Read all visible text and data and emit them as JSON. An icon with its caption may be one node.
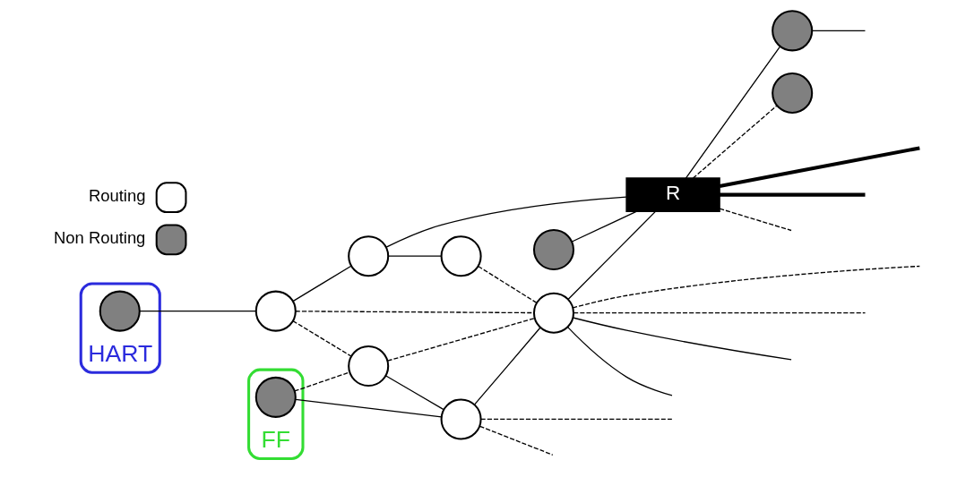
{
  "diagram": {
    "nodes": [
      {
        "text": [
          "HART"
        ]
      },
      {
        "text": [],
        "shape": "circle",
        "in": 0
      },
      {
        "text": [],
        "shape": "circle"
      },
      {
        "text": [],
        "shape": "circle"
      },
      {
        "text": [],
        "shape": "circle"
      },
      {
        "text": [],
        "shape": "circle"
      },
      {
        "text": [
          "R"
        ]
      },
      {
        "text": [
          "FF"
        ]
      },
      {
        "text": [],
        "shape": "circle",
        "in": 7
      },
      {
        "text": [],
        "shape": "circle"
      },
      {
        "text": [],
        "shape": "circle"
      },
      {
        "text": [],
        "shape": "circle"
      },
      {
        "text": [],
        "shape": "circle"
      },
      {
        "text": [],
        "shape": "circle"
      }
    ],
    "edges": [
      {
        "from": 1,
        "to": 2,
        "arrow": "none"
      },
      {
        "from": 2,
        "to": 3,
        "arrow": "none"
      },
      {
        "from": 3,
        "to": 4,
        "arrow": "none"
      },
      {
        "from": 3,
        "to": 6,
        "arrow": "none"
      },
      {
        "from": 5,
        "to": 6,
        "arrow": "none"
      },
      {
        "from": 6,
        "to": null,
        "arrow": "none",
        "style": "thick"
      },
      {
        "from": 6,
        "to": null,
        "arrow": "none",
        "style": "thick"
      },
      {
        "from": 8,
        "to": 9,
        "arrow": "none",
        "style": "dashed"
      },
      {
        "from": 8,
        "to": 10,
        "arrow": "none"
      },
      {
        "from": 9,
        "to": 10,
        "arrow": "none"
      },
      {
        "from": 2,
        "to": 9,
        "arrow": "none",
        "style": "dashed"
      },
      {
        "from": 2,
        "to": 11,
        "arrow": "none",
        "style": "dashed"
      },
      {
        "from": 4,
        "to": 11,
        "arrow": "none",
        "style": "dashed"
      },
      {
        "from": 9,
        "to": 11,
        "arrow": "none",
        "style": "dashed"
      },
      {
        "from": 10,
        "to": 11,
        "arrow": "none"
      },
      {
        "from": 11,
        "to": 6,
        "arrow": "none"
      },
      {
        "from": 6,
        "to": 12,
        "arrow": "none"
      },
      {
        "from": 6,
        "to": 13,
        "arrow": "none",
        "style": "dashed"
      },
      {
        "from": 6,
        "to": null,
        "arrow": "none",
        "style": "dashed"
      },
      {
        "from": 12,
        "to": null,
        "arrow": "none"
      },
      {
        "from": 10,
        "to": null,
        "arrow": "none",
        "style": "dashed"
      },
      {
        "from": 10,
        "to": null,
        "arrow": "none",
        "style": "dashed"
      },
      {
        "from": 11,
        "to": null,
        "arrow": "none",
        "style": "dashed"
      },
      {
        "from": 11,
        "to": null,
        "arrow": "none",
        "style": "dashed"
      },
      {
        "from": 11,
        "to": null,
        "arrow": "none"
      },
      {
        "from": 11,
        "to": null,
        "arrow": "none"
      }
    ],
    "legend": [
      {
        "text": "Routing"
      },
      {
        "text": "Non Routing"
      }
    ]
  }
}
